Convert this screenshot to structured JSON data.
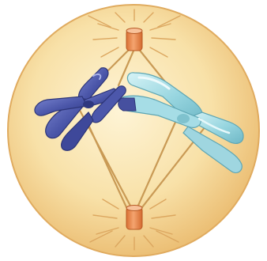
{
  "illustration": {
    "subject": "cell-division-spindle",
    "components": [
      "cell",
      "centrosome-top",
      "centrosome-bottom",
      "spindle-fibers",
      "chromosome-blue",
      "chromosome-cyan"
    ]
  },
  "colors": {
    "cell_center": "#fdf0c9",
    "cell_edge": "#edc077",
    "cell_outline": "#dfa95c",
    "fiber": "#c99a55",
    "aster_ray": "#dca760",
    "centrosome": "#e9884a",
    "chromosome_blue": "#4550a3",
    "chromosome_blue_light": "#6f7bc8",
    "chromosome_cyan": "#8fd1dc",
    "chromosome_cyan_light": "#c7ecf1"
  }
}
